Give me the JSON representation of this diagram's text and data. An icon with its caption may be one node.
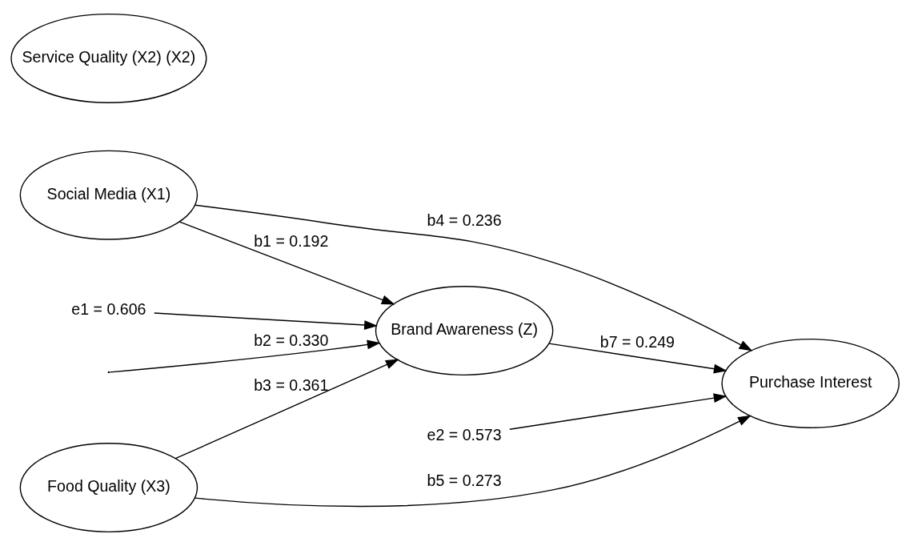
{
  "diagram": {
    "nodes": [
      {
        "text": [
          "Social Media (X1)"
        ]
      },
      {
        "text": [
          "e1 = 0.606"
        ]
      },
      {
        "text": [
          "e2 = 0.573"
        ]
      },
      {
        "text": [
          "Service Quality (X2) (X2)"
        ]
      },
      {
        "text": [
          "Brand Awareness (Z)"
        ]
      },
      {
        "text": [
          "Purchase Interest"
        ]
      },
      {
        "text": [
          "Food Quality (X3)"
        ]
      }
    ],
    "edges": [
      {
        "from": 0,
        "to": 4,
        "arrow": "to",
        "label": "b1 = 0.192"
      },
      {
        "from": 0,
        "to": 5,
        "arrow": "to",
        "label": "b4 = 0.236"
      },
      {
        "from": 1,
        "to": 4,
        "arrow": "to"
      },
      {
        "from": 2,
        "to": 5,
        "arrow": "to"
      },
      {
        "from": null,
        "to": 4,
        "arrow": "to",
        "label": "b2 = 0.330"
      },
      {
        "from": 4,
        "to": 5,
        "arrow": "to",
        "label": "b7 = 0.249"
      },
      {
        "from": 6,
        "to": 4,
        "arrow": "to",
        "label": "b3 = 0.361"
      },
      {
        "from": 6,
        "to": 5,
        "arrow": "to",
        "label": "b5 = 0.273"
      }
    ]
  }
}
